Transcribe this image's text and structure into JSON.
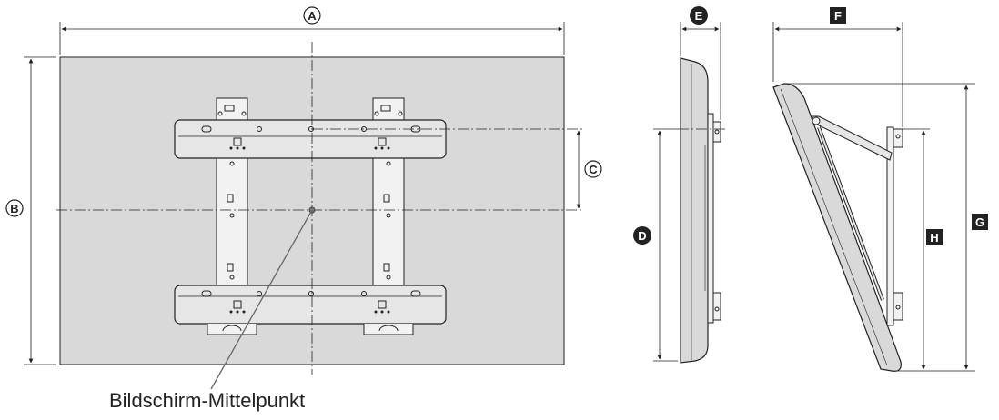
{
  "caption": "Bildschirm-Mittelpunkt",
  "labels": {
    "A": "A",
    "B": "B",
    "C": "C",
    "D": "D",
    "E": "E",
    "F": "F",
    "G": "G",
    "H": "H"
  },
  "colors": {
    "line": "#222222",
    "panel": "#d9d9d9",
    "bracket": "#f2f2f2",
    "bar": "#e6e6e6",
    "label_fill": "#222222",
    "label_text": "#ffffff"
  }
}
